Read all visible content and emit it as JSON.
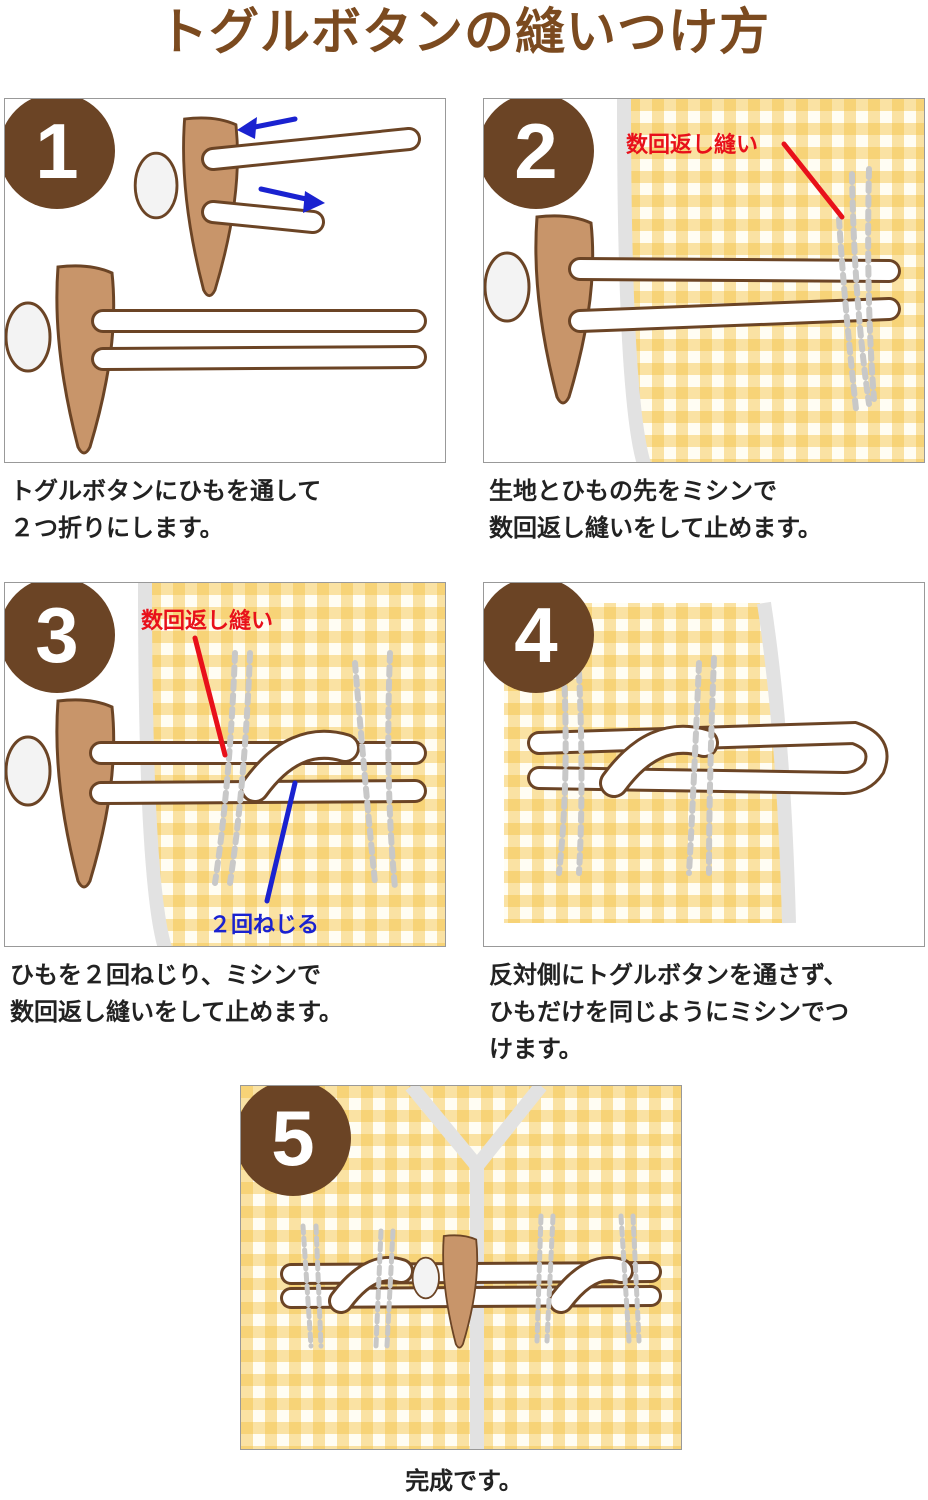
{
  "title": "トグルボタンの縫いつけ方",
  "colors": {
    "brown": "#6b4425",
    "title": "#7b4a1f",
    "button": "#c8956a",
    "red": "#e8101a",
    "blue": "#1a22d0",
    "gingham": "#f5c243"
  },
  "steps": [
    {
      "num": "1",
      "caption": [
        "トグルボタンにひもを通して",
        "２つ折りにします。"
      ]
    },
    {
      "num": "2",
      "label": "数回返し縫い",
      "caption": [
        "生地とひもの先をミシンで",
        "数回返し縫いをして止めます。"
      ]
    },
    {
      "num": "3",
      "label": "数回返し縫い",
      "label2": "２回ねじる",
      "caption": [
        "ひもを２回ねじり、ミシンで",
        "数回返し縫いをして止めます。"
      ]
    },
    {
      "num": "4",
      "caption": [
        "反対側にトグルボタンを通さず、",
        "ひもだけを同じようにミシンでつ",
        "けます。"
      ]
    },
    {
      "num": "5",
      "caption": [
        "完成です。"
      ]
    }
  ]
}
